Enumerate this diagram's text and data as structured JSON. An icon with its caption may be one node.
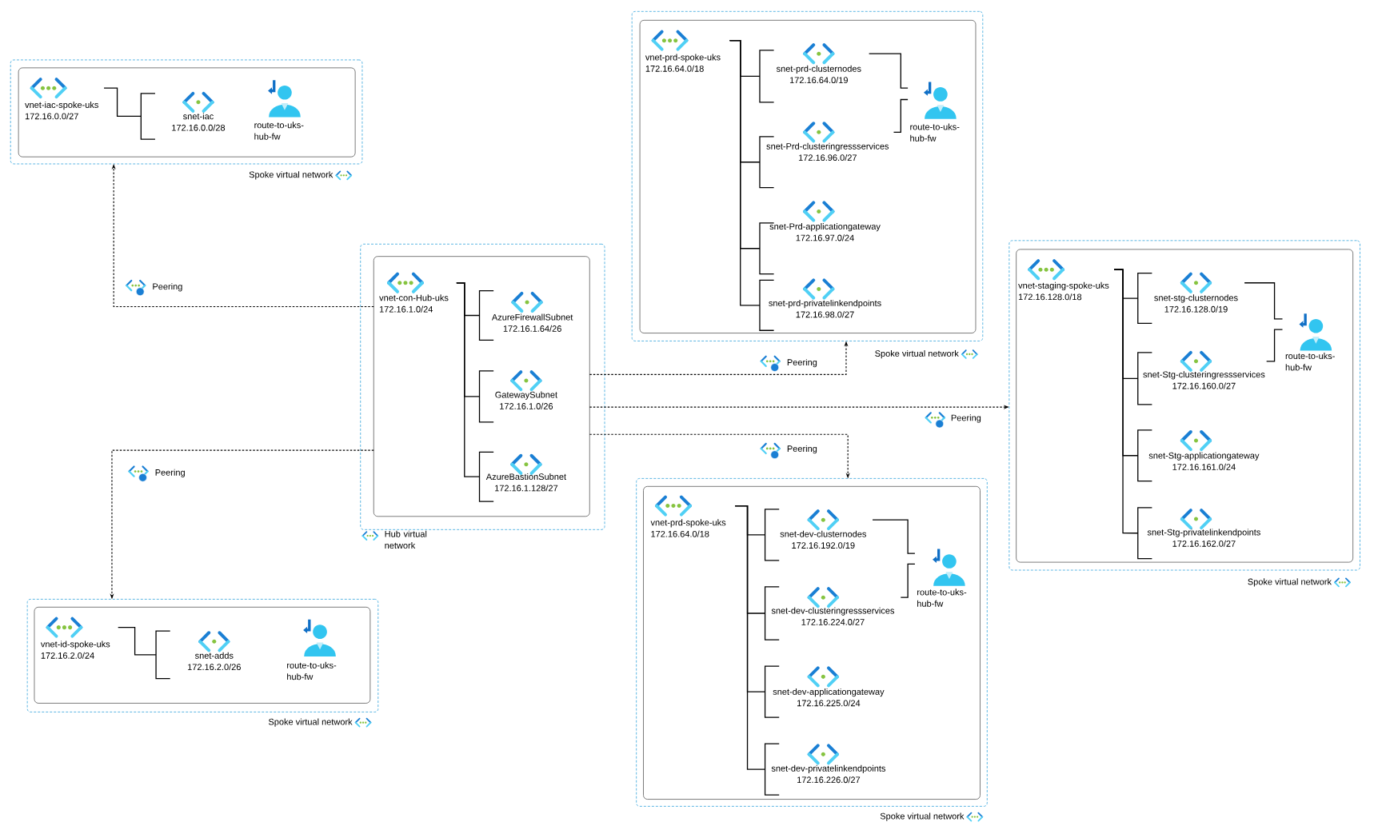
{
  "diagram": {
    "nodes": [
      {
        "text": [
          "Spoke virtual network"
        ]
      },
      {
        "text": [],
        "shape": "box",
        "in": 0
      },
      {
        "text": [
          "vnet-iac-spoke-uks",
          "172.16.0.0/27"
        ],
        "in": 1
      },
      {
        "text": [
          "snet-iac",
          "172.16.0.0/28"
        ],
        "in": 1
      },
      {
        "text": [
          "route-to-uks-hub-fw"
        ],
        "in": 1
      },
      {
        "text": [
          "Hub virtual network"
        ]
      },
      {
        "text": [],
        "shape": "box",
        "in": 5
      },
      {
        "text": [
          "vnet-con-Hub-uks",
          "172.16.1.0/24"
        ],
        "in": 6
      },
      {
        "text": [
          "AzureFirewallSubnet",
          "172.16.1.64/26"
        ],
        "in": 6
      },
      {
        "text": [
          "GatewaySubnet",
          "172.16.1.0/26"
        ],
        "in": 6
      },
      {
        "text": [
          "AzureBastionSubnet",
          "172.16.1.128/27"
        ],
        "in": 6
      },
      {
        "text": [
          "Spoke virtual network"
        ]
      },
      {
        "text": [],
        "shape": "box",
        "in": 11
      },
      {
        "text": [
          "vnet-prd-spoke-uks",
          "172.16.64.0/18"
        ],
        "in": 12
      },
      {
        "text": [
          "snet-prd-clusternodes",
          "172.16.64.0/19"
        ],
        "in": 12
      },
      {
        "text": [
          "snet-Prd-clusteringressservices",
          "172.16.96.0/27"
        ],
        "in": 12
      },
      {
        "text": [
          "snet-Prd-applicationgateway",
          "172.16.97.0/24"
        ],
        "in": 12
      },
      {
        "text": [
          "snet-prd-privatelinkendpoints",
          "172.16.98.0/27"
        ],
        "in": 12
      },
      {
        "text": [
          "route-to-uks-hub-fw"
        ],
        "in": 12
      },
      {
        "text": [
          "Spoke virtual network"
        ]
      },
      {
        "text": [],
        "shape": "box",
        "in": 19
      },
      {
        "text": [
          "vnet-staging-spoke-uks",
          "172.16.128.0/18"
        ],
        "in": 20
      },
      {
        "text": [
          "snet-stg-clusternodes",
          "172.16.128.0/19"
        ],
        "in": 20
      },
      {
        "text": [
          "snet-Stg-clusteringressservices",
          "172.16.160.0/27"
        ],
        "in": 20
      },
      {
        "text": [
          "snet-Stg-applicationgateway",
          "172.16.161.0/24"
        ],
        "in": 20
      },
      {
        "text": [
          "snet-Stg-privatelinkendpoints",
          "172.16.162.0/27"
        ],
        "in": 20
      },
      {
        "text": [
          "route-to-uks-hub-fw"
        ],
        "in": 20
      },
      {
        "text": [
          "Spoke virtual network"
        ]
      },
      {
        "text": [],
        "shape": "box",
        "in": 27
      },
      {
        "text": [
          "vnet-id-spoke-uks",
          "172.16.2.0/24"
        ],
        "in": 28
      },
      {
        "text": [
          "snet-adds",
          "172.16.2.0/26"
        ],
        "in": 28
      },
      {
        "text": [
          "route-to-uks-hub-fw"
        ],
        "in": 28
      },
      {
        "text": [
          "Spoke virtual network"
        ]
      },
      {
        "text": [],
        "shape": "box",
        "in": 32
      },
      {
        "text": [
          "vnet-prd-spoke-uks",
          "172.16.64.0/18"
        ],
        "in": 33
      },
      {
        "text": [
          "snet-dev-clusternodes",
          "172.16.192.0/19"
        ],
        "in": 33
      },
      {
        "text": [
          "snet-dev-clusteringressservices",
          "172.16.224.0/27"
        ],
        "in": 33
      },
      {
        "text": [
          "snet-dev-applicationgateway",
          "172.16.225.0/24"
        ],
        "in": 33
      },
      {
        "text": [
          "snet-dev-privatelinkendpoints",
          "172.16.226.0/27"
        ],
        "in": 33
      },
      {
        "text": [
          "route-to-uks-hub-fw"
        ],
        "in": 33
      }
    ],
    "edges": [
      {
        "from": 2,
        "to": 3,
        "arrow": "none"
      },
      {
        "from": 7,
        "to": 8,
        "arrow": "none"
      },
      {
        "from": 7,
        "to": 9,
        "arrow": "none"
      },
      {
        "from": 7,
        "to": 10,
        "arrow": "none"
      },
      {
        "from": 13,
        "to": 14,
        "arrow": "none"
      },
      {
        "from": 13,
        "to": 15,
        "arrow": "none"
      },
      {
        "from": 13,
        "to": 16,
        "arrow": "none"
      },
      {
        "from": 13,
        "to": 17,
        "arrow": "none"
      },
      {
        "from": 14,
        "to": 18,
        "arrow": "none"
      },
      {
        "from": 15,
        "to": 18,
        "arrow": "none"
      },
      {
        "from": 21,
        "to": 22,
        "arrow": "none"
      },
      {
        "from": 21,
        "to": 23,
        "arrow": "none"
      },
      {
        "from": 21,
        "to": 24,
        "arrow": "none"
      },
      {
        "from": 21,
        "to": 25,
        "arrow": "none"
      },
      {
        "from": 22,
        "to": 26,
        "arrow": "none"
      },
      {
        "from": 23,
        "to": 26,
        "arrow": "none"
      },
      {
        "from": 29,
        "to": 30,
        "arrow": "none"
      },
      {
        "from": 34,
        "to": 35,
        "arrow": "none"
      },
      {
        "from": 34,
        "to": 36,
        "arrow": "none"
      },
      {
        "from": 34,
        "to": 37,
        "arrow": "none"
      },
      {
        "from": 34,
        "to": 38,
        "arrow": "none"
      },
      {
        "from": 35,
        "to": 39,
        "arrow": "none"
      },
      {
        "from": 36,
        "to": 39,
        "arrow": "none"
      },
      {
        "from": 6,
        "to": 0,
        "arrow": "to",
        "label": "Peering",
        "style": "dashed"
      },
      {
        "from": 6,
        "to": 27,
        "arrow": "to",
        "label": "Peering",
        "style": "dashed"
      },
      {
        "from": 6,
        "to": 11,
        "arrow": "to",
        "label": "Peering",
        "style": "dashed"
      },
      {
        "from": 6,
        "to": 19,
        "arrow": "to",
        "label": "Peering",
        "style": "dashed"
      },
      {
        "from": 6,
        "to": 32,
        "arrow": "to",
        "label": "Peering",
        "style": "dashed"
      }
    ]
  }
}
